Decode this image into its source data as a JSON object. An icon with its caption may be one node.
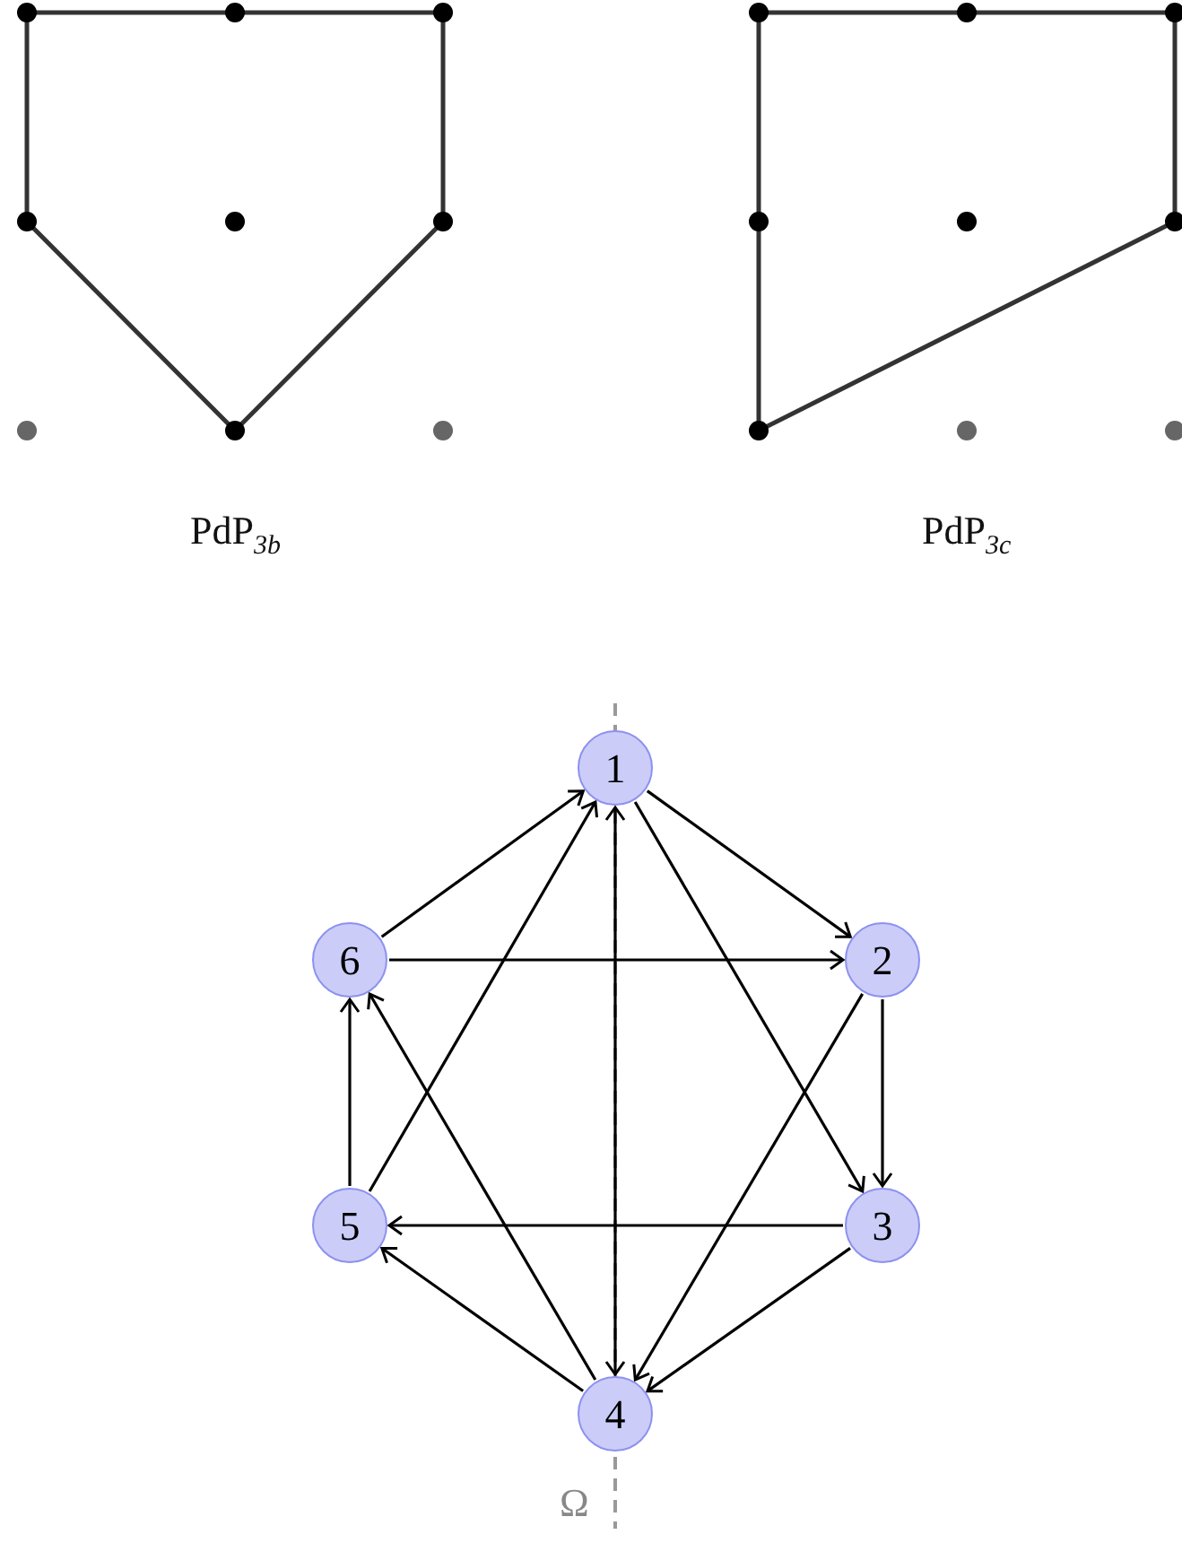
{
  "diagram": {
    "nodes": [
      {
        "text": [
          "1"
        ]
      },
      {
        "text": [
          "6"
        ]
      },
      {
        "text": [
          "2"
        ]
      },
      {
        "text": [
          "5"
        ]
      },
      {
        "text": [
          "3"
        ]
      },
      {
        "text": [
          "4"
        ]
      }
    ],
    "edges": [
      {
        "from": 1,
        "to": 0,
        "arrow": "to"
      },
      {
        "from": 3,
        "to": 0,
        "arrow": "to"
      },
      {
        "from": 0,
        "to": 5,
        "arrow": "both"
      },
      {
        "from": 0,
        "to": 2,
        "arrow": "to"
      },
      {
        "from": 0,
        "to": 4,
        "arrow": "to"
      },
      {
        "from": 1,
        "to": 2,
        "arrow": "to"
      },
      {
        "from": 2,
        "to": 4,
        "arrow": "to"
      },
      {
        "from": 2,
        "to": 5,
        "arrow": "to"
      },
      {
        "from": 4,
        "to": 3,
        "arrow": "to"
      },
      {
        "from": 4,
        "to": 5,
        "arrow": "to"
      },
      {
        "from": 3,
        "to": 1,
        "arrow": "to"
      },
      {
        "from": 5,
        "to": 1,
        "arrow": "to"
      },
      {
        "from": 5,
        "to": 3,
        "arrow": "to"
      }
    ],
    "labels": [
      "PdP$_{3b}$",
      "PdP$_{3c}$",
      "Ω"
    ]
  }
}
